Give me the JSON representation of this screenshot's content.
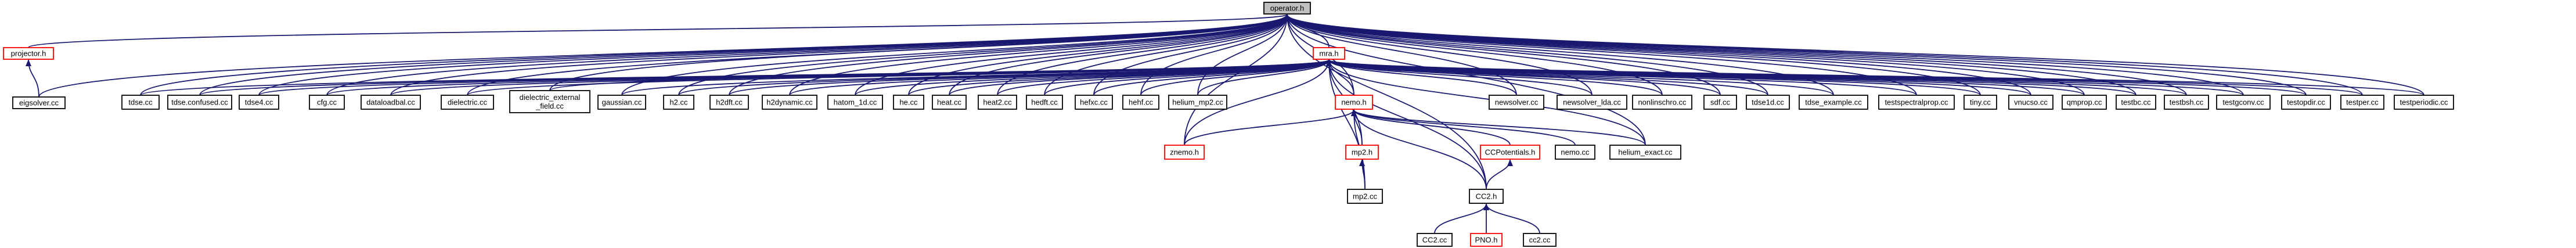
{
  "graph": {
    "root": "operator.h",
    "nodes": [
      {
        "id": "operator_h",
        "label": [
          "operator.h"
        ],
        "style": "highlighted"
      },
      {
        "id": "projector_h",
        "label": [
          "projector.h"
        ],
        "style": "red"
      },
      {
        "id": "eigsolver_cc",
        "label": [
          "eigsolver.cc"
        ],
        "style": "normal"
      },
      {
        "id": "mra_h",
        "label": [
          "mra.h"
        ],
        "style": "red"
      },
      {
        "id": "tdse_cc",
        "label": [
          "tdse.cc"
        ],
        "style": "normal"
      },
      {
        "id": "tdse_confused_cc",
        "label": [
          "tdse.confused.cc"
        ],
        "style": "normal"
      },
      {
        "id": "tdse4_cc",
        "label": [
          "tdse4.cc"
        ],
        "style": "normal"
      },
      {
        "id": "cfg_cc",
        "label": [
          "cfg.cc"
        ],
        "style": "normal"
      },
      {
        "id": "dataloadbal_cc",
        "label": [
          "dataloadbal.cc"
        ],
        "style": "normal"
      },
      {
        "id": "dielectric_cc",
        "label": [
          "dielectric.cc"
        ],
        "style": "normal"
      },
      {
        "id": "dielectric_external_field_cc",
        "label": [
          "dielectric_external",
          "_field.cc"
        ],
        "style": "normal"
      },
      {
        "id": "gaussian_cc",
        "label": [
          "gaussian.cc"
        ],
        "style": "normal"
      },
      {
        "id": "h2_cc",
        "label": [
          "h2.cc"
        ],
        "style": "normal"
      },
      {
        "id": "h2dft_cc",
        "label": [
          "h2dft.cc"
        ],
        "style": "normal"
      },
      {
        "id": "h2dynamic_cc",
        "label": [
          "h2dynamic.cc"
        ],
        "style": "normal"
      },
      {
        "id": "hatom_1d_cc",
        "label": [
          "hatom_1d.cc"
        ],
        "style": "normal"
      },
      {
        "id": "he_cc",
        "label": [
          "he.cc"
        ],
        "style": "normal"
      },
      {
        "id": "heat_cc",
        "label": [
          "heat.cc"
        ],
        "style": "normal"
      },
      {
        "id": "heat2_cc",
        "label": [
          "heat2.cc"
        ],
        "style": "normal"
      },
      {
        "id": "hedft_cc",
        "label": [
          "hedft.cc"
        ],
        "style": "normal"
      },
      {
        "id": "hefxc_cc",
        "label": [
          "hefxc.cc"
        ],
        "style": "normal"
      },
      {
        "id": "hehf_cc",
        "label": [
          "hehf.cc"
        ],
        "style": "normal"
      },
      {
        "id": "helium_mp2_cc",
        "label": [
          "helium_mp2.cc"
        ],
        "style": "normal"
      },
      {
        "id": "newsolver_cc",
        "label": [
          "newsolver.cc"
        ],
        "style": "normal"
      },
      {
        "id": "newsolver_lda_cc",
        "label": [
          "newsolver_lda.cc"
        ],
        "style": "normal"
      },
      {
        "id": "nonlinschro_cc",
        "label": [
          "nonlinschro.cc"
        ],
        "style": "normal"
      },
      {
        "id": "sdf_cc",
        "label": [
          "sdf.cc"
        ],
        "style": "normal"
      },
      {
        "id": "tdse1d_cc",
        "label": [
          "tdse1d.cc"
        ],
        "style": "normal"
      },
      {
        "id": "tdse_example_cc",
        "label": [
          "tdse_example.cc"
        ],
        "style": "normal"
      },
      {
        "id": "testspectralprop_cc",
        "label": [
          "testspectralprop.cc"
        ],
        "style": "normal"
      },
      {
        "id": "tiny_cc",
        "label": [
          "tiny.cc"
        ],
        "style": "normal"
      },
      {
        "id": "vnucso_cc",
        "label": [
          "vnucso.cc"
        ],
        "style": "normal"
      },
      {
        "id": "qmprop_cc",
        "label": [
          "qmprop.cc"
        ],
        "style": "normal"
      },
      {
        "id": "testbc_cc",
        "label": [
          "testbc.cc"
        ],
        "style": "normal"
      },
      {
        "id": "testbsh_cc",
        "label": [
          "testbsh.cc"
        ],
        "style": "normal"
      },
      {
        "id": "testgconv_cc",
        "label": [
          "testgconv.cc"
        ],
        "style": "normal"
      },
      {
        "id": "testopdir_cc",
        "label": [
          "testopdir.cc"
        ],
        "style": "normal"
      },
      {
        "id": "testper_cc",
        "label": [
          "testper.cc"
        ],
        "style": "normal"
      },
      {
        "id": "testperiodic_cc",
        "label": [
          "testperiodic.cc"
        ],
        "style": "normal"
      },
      {
        "id": "nemo_h",
        "label": [
          "nemo.h"
        ],
        "style": "red"
      },
      {
        "id": "mp2_h",
        "label": [
          "mp2.h"
        ],
        "style": "red"
      },
      {
        "id": "znemo_h",
        "label": [
          "znemo.h"
        ],
        "style": "red"
      },
      {
        "id": "ccpotentials_h",
        "label": [
          "CCPotentials.h"
        ],
        "style": "red"
      },
      {
        "id": "nemo_cc",
        "label": [
          "nemo.cc"
        ],
        "style": "normal"
      },
      {
        "id": "helium_exact_cc",
        "label": [
          "helium_exact.cc"
        ],
        "style": "normal"
      },
      {
        "id": "mp2_cc",
        "label": [
          "mp2.cc"
        ],
        "style": "normal"
      },
      {
        "id": "cc2_h",
        "label": [
          "CC2.h"
        ],
        "style": "normal"
      },
      {
        "id": "cc2_cc_upper",
        "label": [
          "CC2.cc"
        ],
        "style": "normal"
      },
      {
        "id": "pno_h",
        "label": [
          "PNO.h"
        ],
        "style": "red"
      },
      {
        "id": "cc2_cc_lower",
        "label": [
          "cc2.cc"
        ],
        "style": "normal"
      }
    ],
    "edges": [
      [
        "projector_h",
        "operator_h"
      ],
      [
        "eigsolver_cc",
        "operator_h"
      ],
      [
        "mra_h",
        "operator_h"
      ],
      [
        "eigsolver_cc",
        "projector_h"
      ],
      [
        "tdse_cc",
        "operator_h"
      ],
      [
        "tdse_confused_cc",
        "operator_h"
      ],
      [
        "tdse4_cc",
        "operator_h"
      ],
      [
        "cfg_cc",
        "operator_h"
      ],
      [
        "dataloadbal_cc",
        "operator_h"
      ],
      [
        "dielectric_cc",
        "operator_h"
      ],
      [
        "dielectric_external_field_cc",
        "operator_h"
      ],
      [
        "gaussian_cc",
        "operator_h"
      ],
      [
        "h2_cc",
        "operator_h"
      ],
      [
        "h2dft_cc",
        "operator_h"
      ],
      [
        "h2dynamic_cc",
        "operator_h"
      ],
      [
        "hatom_1d_cc",
        "operator_h"
      ],
      [
        "he_cc",
        "operator_h"
      ],
      [
        "heat_cc",
        "operator_h"
      ],
      [
        "heat2_cc",
        "operator_h"
      ],
      [
        "hedft_cc",
        "operator_h"
      ],
      [
        "hefxc_cc",
        "operator_h"
      ],
      [
        "hehf_cc",
        "operator_h"
      ],
      [
        "helium_mp2_cc",
        "operator_h"
      ],
      [
        "newsolver_cc",
        "operator_h"
      ],
      [
        "newsolver_lda_cc",
        "operator_h"
      ],
      [
        "nonlinschro_cc",
        "operator_h"
      ],
      [
        "sdf_cc",
        "operator_h"
      ],
      [
        "tdse1d_cc",
        "operator_h"
      ],
      [
        "tdse_example_cc",
        "operator_h"
      ],
      [
        "testspectralprop_cc",
        "operator_h"
      ],
      [
        "tiny_cc",
        "operator_h"
      ],
      [
        "vnucso_cc",
        "operator_h"
      ],
      [
        "qmprop_cc",
        "operator_h"
      ],
      [
        "testbc_cc",
        "operator_h"
      ],
      [
        "testbsh_cc",
        "operator_h"
      ],
      [
        "testgconv_cc",
        "operator_h"
      ],
      [
        "testopdir_cc",
        "operator_h"
      ],
      [
        "testper_cc",
        "operator_h"
      ],
      [
        "testperiodic_cc",
        "operator_h"
      ],
      [
        "nemo_h",
        "operator_h"
      ],
      [
        "znemo_h",
        "operator_h"
      ],
      [
        "helium_exact_cc",
        "operator_h"
      ],
      [
        "cc2_h",
        "operator_h"
      ],
      [
        "tdse_cc",
        "mra_h"
      ],
      [
        "tdse_confused_cc",
        "mra_h"
      ],
      [
        "tdse4_cc",
        "mra_h"
      ],
      [
        "cfg_cc",
        "mra_h"
      ],
      [
        "dataloadbal_cc",
        "mra_h"
      ],
      [
        "dielectric_cc",
        "mra_h"
      ],
      [
        "dielectric_external_field_cc",
        "mra_h"
      ],
      [
        "gaussian_cc",
        "mra_h"
      ],
      [
        "h2_cc",
        "mra_h"
      ],
      [
        "h2dft_cc",
        "mra_h"
      ],
      [
        "h2dynamic_cc",
        "mra_h"
      ],
      [
        "hatom_1d_cc",
        "mra_h"
      ],
      [
        "he_cc",
        "mra_h"
      ],
      [
        "heat_cc",
        "mra_h"
      ],
      [
        "heat2_cc",
        "mra_h"
      ],
      [
        "hedft_cc",
        "mra_h"
      ],
      [
        "hefxc_cc",
        "mra_h"
      ],
      [
        "hehf_cc",
        "mra_h"
      ],
      [
        "helium_mp2_cc",
        "mra_h"
      ],
      [
        "newsolver_cc",
        "mra_h"
      ],
      [
        "newsolver_lda_cc",
        "mra_h"
      ],
      [
        "nonlinschro_cc",
        "mra_h"
      ],
      [
        "sdf_cc",
        "mra_h"
      ],
      [
        "tdse1d_cc",
        "mra_h"
      ],
      [
        "tdse_example_cc",
        "mra_h"
      ],
      [
        "testspectralprop_cc",
        "mra_h"
      ],
      [
        "tiny_cc",
        "mra_h"
      ],
      [
        "vnucso_cc",
        "mra_h"
      ],
      [
        "qmprop_cc",
        "mra_h"
      ],
      [
        "testbc_cc",
        "mra_h"
      ],
      [
        "testbsh_cc",
        "mra_h"
      ],
      [
        "testgconv_cc",
        "mra_h"
      ],
      [
        "testopdir_cc",
        "mra_h"
      ],
      [
        "testper_cc",
        "mra_h"
      ],
      [
        "testperiodic_cc",
        "mra_h"
      ],
      [
        "nemo_h",
        "mra_h"
      ],
      [
        "znemo_h",
        "mra_h"
      ],
      [
        "mp2_h",
        "mra_h"
      ],
      [
        "mp2_cc",
        "mra_h"
      ],
      [
        "helium_exact_cc",
        "mra_h"
      ],
      [
        "cc2_h",
        "mra_h"
      ],
      [
        "znemo_h",
        "nemo_h"
      ],
      [
        "mp2_h",
        "nemo_h"
      ],
      [
        "ccpotentials_h",
        "nemo_h"
      ],
      [
        "nemo_cc",
        "nemo_h"
      ],
      [
        "helium_exact_cc",
        "nemo_h"
      ],
      [
        "mp2_cc",
        "nemo_h"
      ],
      [
        "cc2_h",
        "nemo_h"
      ],
      [
        "mp2_cc",
        "mp2_h"
      ],
      [
        "cc2_h",
        "ccpotentials_h"
      ],
      [
        "cc2_cc_upper",
        "cc2_h"
      ],
      [
        "pno_h",
        "cc2_h"
      ],
      [
        "cc2_cc_lower",
        "cc2_h"
      ]
    ]
  }
}
